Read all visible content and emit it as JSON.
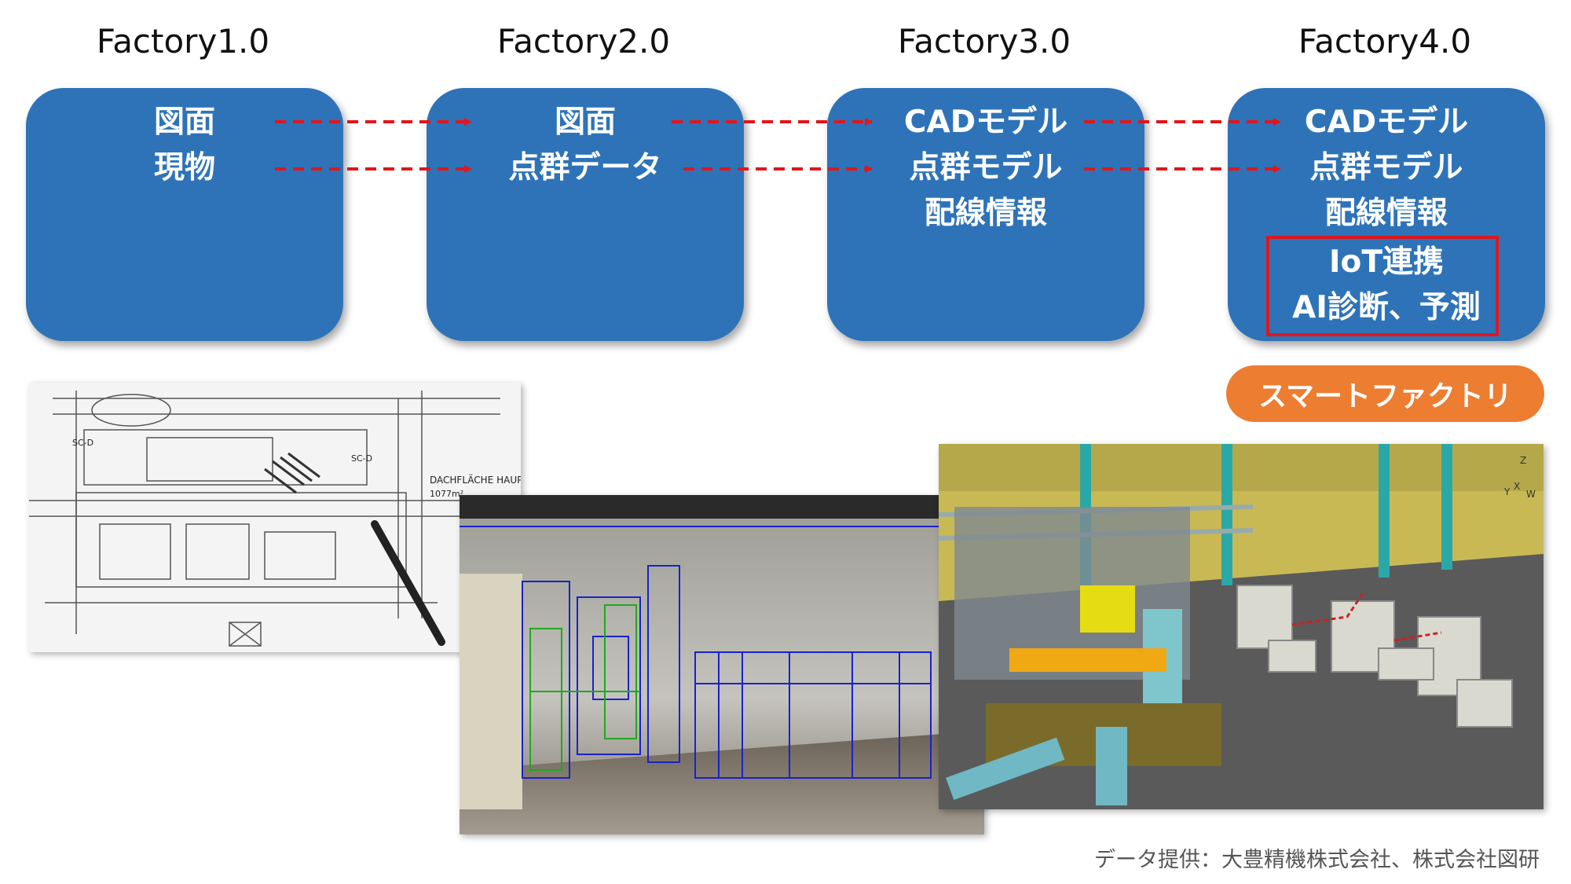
{
  "stages": [
    {
      "title": "Factory1.0",
      "lines": [
        "図面",
        "現物"
      ]
    },
    {
      "title": "Factory2.0",
      "lines": [
        "図面",
        "点群データ"
      ]
    },
    {
      "title": "Factory3.0",
      "lines": [
        "CADモデル",
        "点群モデル",
        "配線情報"
      ]
    },
    {
      "title": "Factory4.0",
      "lines": [
        "CADモデル",
        "点群モデル",
        "配線情報",
        "IoT連携",
        "AI診断、予測"
      ]
    }
  ],
  "smart_factory_label": "スマートファクトリ",
  "blueprint_text": {
    "roof": "DACHFLÄCHE HAUPTDACH",
    "area": "1077m²",
    "sc1": "SC-D",
    "sc2": "SC-D"
  },
  "axis_labels": {
    "z": "Z",
    "x": "X",
    "y": "Y",
    "w": "W"
  },
  "credit": "データ提供：大豊精機株式会社、株式会社図研",
  "colors": {
    "box": "#2e73b8",
    "arrow": "#e0161b",
    "badge": "#ed7d31",
    "highlight": "#e0161b"
  }
}
